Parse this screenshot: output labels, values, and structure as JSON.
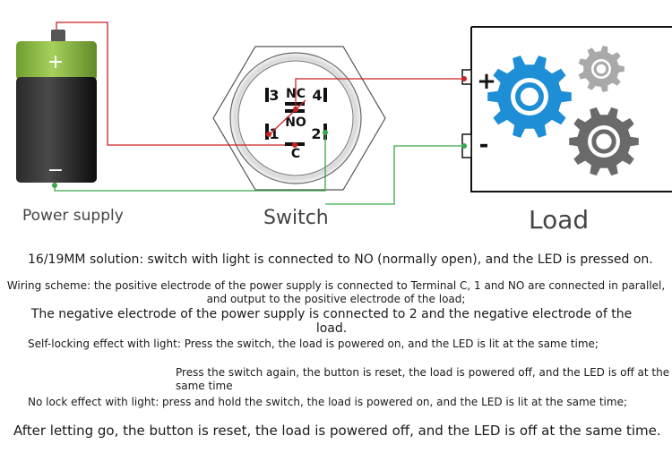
{
  "diagram": {
    "battery": {
      "plus": "+",
      "minus": "−",
      "label": "Power supply"
    },
    "switch": {
      "label": "Switch",
      "terminals": {
        "nc": "NC",
        "no": "NO",
        "c": "C",
        "t1": "1",
        "t2": "2",
        "t3": "3",
        "t4": "4"
      }
    },
    "load": {
      "plus": "+",
      "minus": "-",
      "label": "Load"
    },
    "colors": {
      "red_wire": "#cc2222",
      "green_wire": "#3aa64a",
      "battery_top": "#8fc04c",
      "battery_body": "#1e1e1e",
      "gear_blue": "#1e8ed6",
      "gear_dark": "#6a6a6a",
      "gear_light": "#a9a9a9"
    }
  },
  "text": {
    "line1": "16/19MM solution: switch with light is connected to NO (normally open), and the LED is pressed on.",
    "line2": "Wiring scheme: the positive electrode of the power supply is connected to Terminal C, 1 and NO are connected in parallel, and output to the positive electrode of the load;",
    "line3": "The negative electrode of the power supply is connected to 2 and the negative electrode of the load.",
    "line4": "Self-locking effect with light: Press the switch, the load is powered on, and the LED is lit at the same time;",
    "line5": "Press the switch again, the button is reset, the load is powered off, and the LED is off at the same time",
    "line6": "No lock effect with light: press and hold the switch, the load is powered on, and the LED is lit at the same time;",
    "line7": "After letting go, the button is reset, the load is powered off, and the LED is off at the same time."
  }
}
